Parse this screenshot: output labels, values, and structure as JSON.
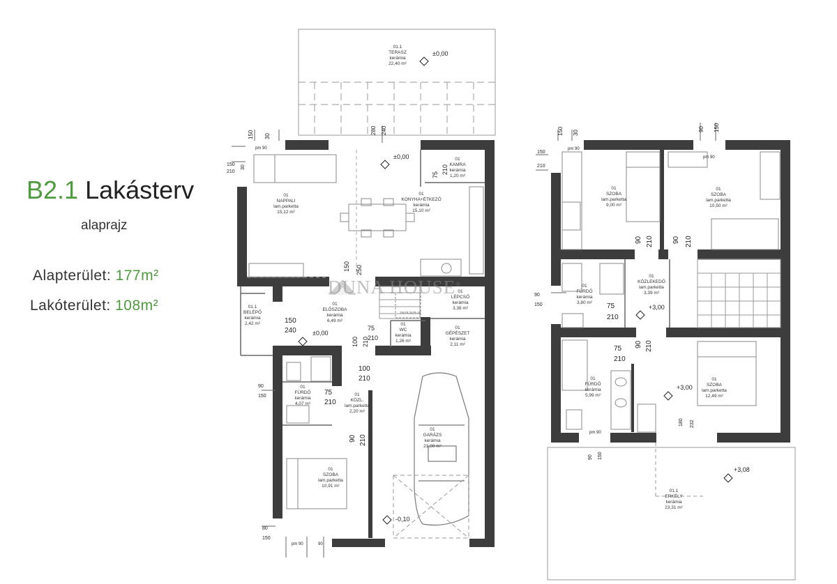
{
  "title": {
    "code": "B2.1",
    "name": "Lakásterv",
    "subtitle": "alaprajz"
  },
  "stats": [
    {
      "label": "Alapterület:",
      "value": "177m²"
    },
    {
      "label": "Lakóterület:",
      "value": "108m²"
    }
  ],
  "watermark": "DUNA HOUSE",
  "watermark_mark": "®",
  "colors": {
    "wall": "#3d3d3d",
    "accent": "#4e9a3e",
    "thin": "#666666",
    "hatch": "#999999"
  },
  "rooms": [
    {
      "id": "terasz",
      "num": "01.1",
      "name": "TERASZ",
      "mat": "kerámia",
      "area": "22,40 m²"
    },
    {
      "id": "nappali",
      "num": "01",
      "name": "NAPPALI",
      "mat": "lam.parketta",
      "area": "15,12 m²"
    },
    {
      "id": "kamra",
      "num": "01",
      "name": "KAMRA",
      "mat": "kerámia",
      "area": "1,20 m²"
    },
    {
      "id": "konyha",
      "num": "01",
      "name": "KONYHA+ÉTKEZŐ",
      "mat": "kerámia",
      "area": "15,10 m²"
    },
    {
      "id": "belepo",
      "num": "01.1",
      "name": "BELÉPŐ",
      "mat": "kerámia",
      "area": "2,42 m²"
    },
    {
      "id": "eloszoba",
      "num": "01",
      "name": "ELŐSZOBA",
      "mat": "kerámia",
      "area": "6,49 m²"
    },
    {
      "id": "lepcso",
      "num": "01",
      "name": "LÉPCSŐ",
      "mat": "kerámia",
      "area": "3,38 m²"
    },
    {
      "id": "wc",
      "num": "01",
      "name": "WC",
      "mat": "kerámia",
      "area": "1,26 m²"
    },
    {
      "id": "gepeszet",
      "num": "01",
      "name": "GÉPÉSZET",
      "mat": "kerámia",
      "area": "2,11 m²"
    },
    {
      "id": "furdo1",
      "num": "01",
      "name": "FÜRDŐ",
      "mat": "kerámia",
      "area": "4,07 m²"
    },
    {
      "id": "kozl",
      "num": "01",
      "name": "KÖZL.",
      "mat": "lam.parketta",
      "area": "2,20 m²"
    },
    {
      "id": "garazs",
      "num": "01",
      "name": "GARÁZS",
      "mat": "kerámia",
      "area": "21,00 m²"
    },
    {
      "id": "szoba1",
      "num": "01",
      "name": "SZOBA",
      "mat": "lam.parketta",
      "area": "10,91 m²"
    },
    {
      "id": "szoba2",
      "num": "01",
      "name": "SZOBA",
      "mat": "lam.parketta",
      "area": "9,00 m²"
    },
    {
      "id": "szoba3",
      "num": "01",
      "name": "SZOBA",
      "mat": "lam.parketta",
      "area": "10,50 m²"
    },
    {
      "id": "furdo2",
      "num": "01",
      "name": "FÜRDŐ",
      "mat": "kerámia",
      "area": "3,80 m²"
    },
    {
      "id": "kozlekedo",
      "num": "01",
      "name": "KÖZLEKEDŐ",
      "mat": "lam.parketta",
      "area": "3,39 m²"
    },
    {
      "id": "furdo3",
      "num": "01",
      "name": "FÜRDŐ",
      "mat": "kerámia",
      "area": "5,99 m²"
    },
    {
      "id": "szoba4",
      "num": "01",
      "name": "SZOBA",
      "mat": "lam.parketta",
      "area": "12,49 m²"
    },
    {
      "id": "erkely",
      "num": "01.1",
      "name": "ERKÉLY",
      "mat": "kerámia",
      "area": "23,31 m²"
    }
  ],
  "levels": {
    "terrace": "±0,00",
    "ground": "±0,00",
    "entry": "±0,00",
    "upper": "+3,00",
    "upper2": "+3,00",
    "balcony": "+3,08",
    "garage": "-0,10"
  },
  "dims": {
    "d150": "150",
    "d30": "30",
    "d210": "210",
    "d90": "90",
    "d75": "75",
    "d100": "100",
    "d240": "240",
    "d250": "250",
    "d280": "280",
    "d180": "180",
    "d232": "232",
    "d80": "80",
    "pm90": "pm 90"
  },
  "misc": {
    "stair_note": "18x18,3x29 cm"
  }
}
